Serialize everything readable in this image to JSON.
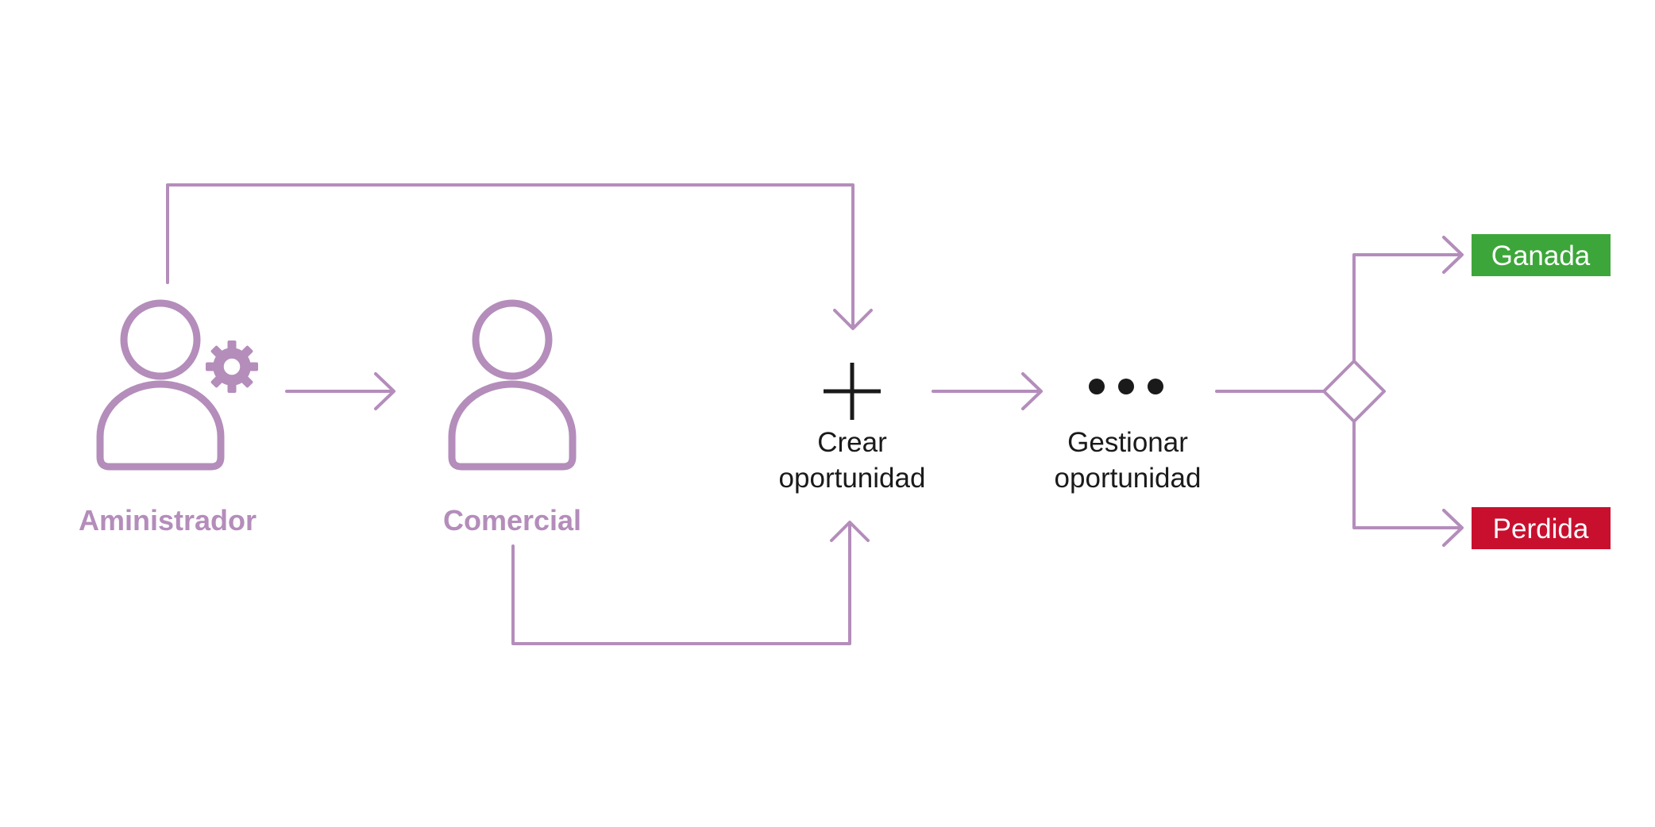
{
  "colors": {
    "accent": "#b48dbb",
    "ink": "#1a1a1a",
    "won": "#3da63a",
    "lost": "#c8102e"
  },
  "actors": {
    "admin": {
      "label": "Aministrador",
      "icon": "user-gear-icon"
    },
    "sales": {
      "label": "Comercial",
      "icon": "user-icon"
    }
  },
  "steps": {
    "create": {
      "icon": "plus-icon",
      "line1": "Crear",
      "line2": "oportunidad"
    },
    "manage": {
      "icon": "ellipsis-icon",
      "line1": "Gestionar",
      "line2": "oportunidad"
    }
  },
  "decision": {
    "icon": "diamond-icon"
  },
  "outcomes": {
    "won": {
      "label": "Ganada"
    },
    "lost": {
      "label": "Perdida"
    }
  }
}
